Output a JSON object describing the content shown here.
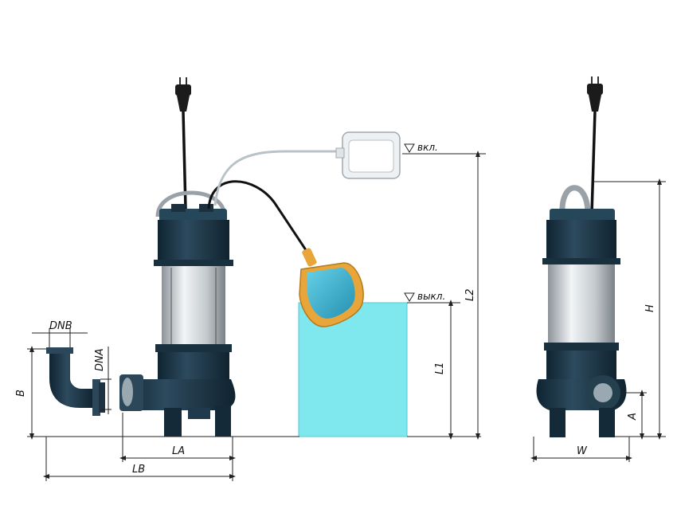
{
  "labels": {
    "level_on": "вкл.",
    "level_off": "выкл.",
    "dnb": "DNB",
    "dna": "DNA",
    "b": "B",
    "la": "LA",
    "lb": "LB",
    "l1": "L1",
    "l2": "L2",
    "h": "H",
    "a": "A",
    "w": "W"
  },
  "colors": {
    "pump_dark": "#1f3a4c",
    "pump_steel": "#c9ced3",
    "water": "#7fe8ef",
    "float_orange": "#e8a63a",
    "float_blue": "#2fb3d6",
    "cable": "#1a1a1a",
    "dim_line": "#222222"
  }
}
